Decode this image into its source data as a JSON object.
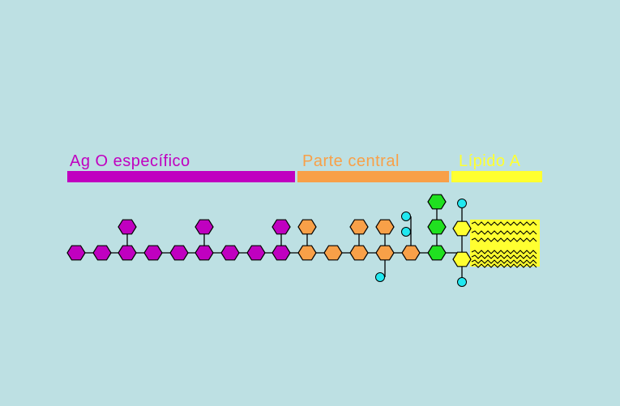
{
  "regions": [
    {
      "label": "Ag O específico",
      "color": "#c000c0"
    },
    {
      "label": "Parte central",
      "color": "#f8a048"
    },
    {
      "label": "Lípido A",
      "color": "#ffff30"
    }
  ],
  "colors": {
    "background": "#bde0e3",
    "o_antigen": "#c000c0",
    "core": "#f8a048",
    "core_green": "#20e020",
    "lipid": "#ffff30",
    "phosphate": "#20e8f0",
    "outline": "#000000"
  }
}
